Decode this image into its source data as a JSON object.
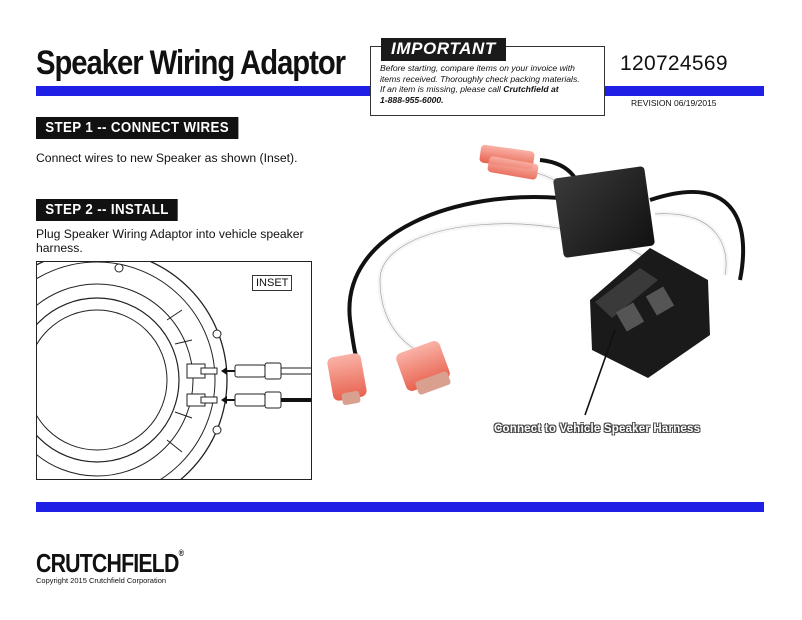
{
  "header": {
    "title": "Speaker Wiring Adaptor",
    "part_number": "120724569",
    "revision": "REVISION  06/19/2015"
  },
  "important": {
    "label": "IMPORTANT",
    "line1": "Before starting, compare items on your invoice with",
    "line2": "items received.  Thoroughly check packing materials.",
    "line3_plain": "If an item is missing, please call ",
    "line3_bold": "Crutchfield at",
    "line4_bold": "1-888-955-6000."
  },
  "step1": {
    "heading": "STEP 1 -- CONNECT WIRES",
    "text": "Connect wires to new Speaker as shown (Inset)."
  },
  "step2": {
    "heading": "STEP 2 -- INSTALL",
    "text": "Plug Speaker Wiring Adaptor into vehicle speaker harness."
  },
  "inset": {
    "label": "INSET"
  },
  "photo": {
    "caption": "Connect to Vehicle Speaker Harness"
  },
  "footer": {
    "brand": "CRUTCHFIELD",
    "reg_mark": "®",
    "copyright": "Copyright 2015 Crutchfield Corporation"
  },
  "colors": {
    "accent_bar": "#1f1fe6",
    "step_bg": "#111111",
    "terminal_red": "#f07a6a"
  }
}
